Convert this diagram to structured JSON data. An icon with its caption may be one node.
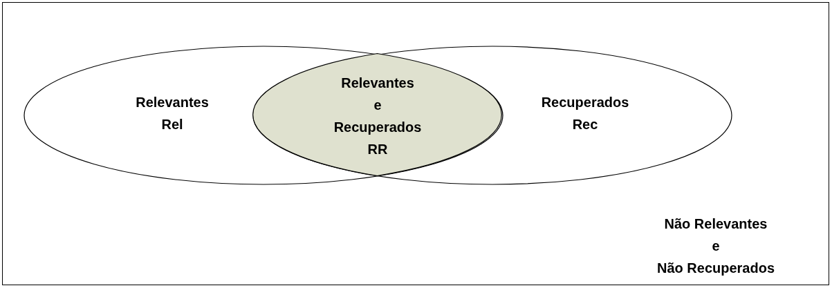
{
  "diagram": {
    "nodes": [
      {
        "text": [
          "Não Relevantes e Não Recuperados"
        ]
      },
      {
        "text": [
          "Relevantes Rel"
        ],
        "in": 0
      },
      {
        "text": [
          "Recuperados Rec"
        ],
        "in": 0
      },
      {
        "text": [
          "Relevantes e Recuperados RR"
        ]
      }
    ]
  }
}
